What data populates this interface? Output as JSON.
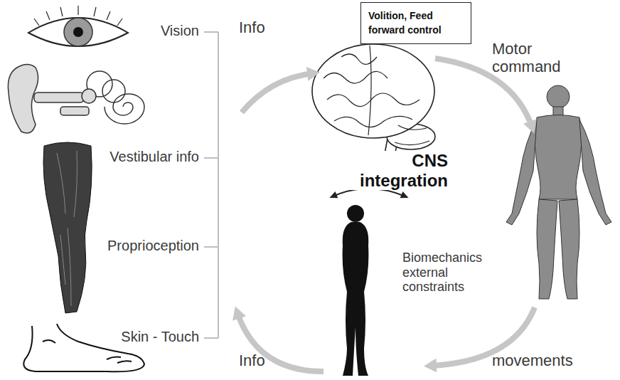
{
  "diagram": {
    "nodes": [
      {
        "text": [
          "Volition, Feed forward control"
        ]
      }
    ],
    "labels": [
      "Vision",
      "Info",
      "Motor command",
      "Vestibular info",
      "CNS integration",
      "Proprioception",
      "Biomechanics external constraints",
      "Skin - Touch",
      "Info",
      "movements"
    ]
  }
}
